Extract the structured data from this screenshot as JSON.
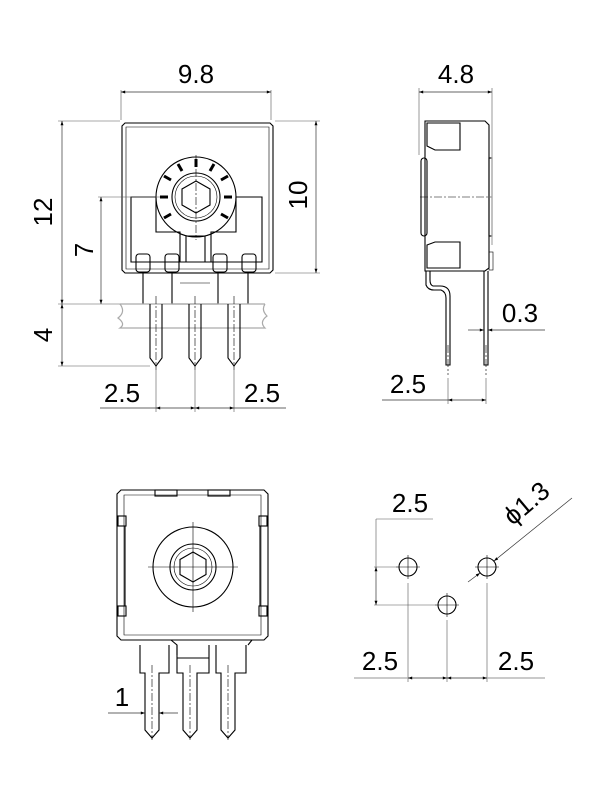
{
  "title": "Trimmer potentiometer dimensional drawing",
  "views": {
    "front": {
      "width": "9.8",
      "height_total": "12",
      "height_body": "10",
      "height_knob_center": "7",
      "pin_length": "4",
      "pin_pitch_left": "2.5",
      "pin_pitch_right": "2.5"
    },
    "side": {
      "depth": "4.8",
      "pin_thickness": "0.3",
      "pin_offset": "2.5"
    },
    "rear": {
      "pin_width": "1"
    },
    "footprint": {
      "vertical_offset": "2.5",
      "hole_diameter": "ϕ1.3",
      "pitch_left": "2.5",
      "pitch_right": "2.5"
    }
  }
}
